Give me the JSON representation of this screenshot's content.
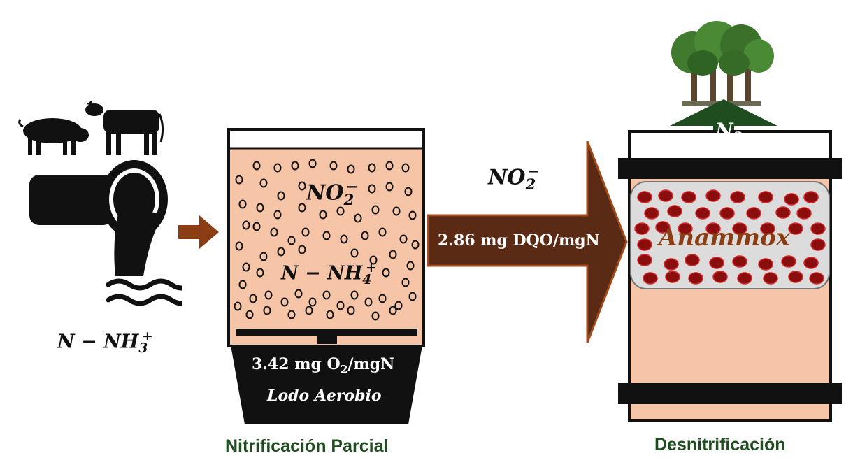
{
  "influent": {
    "species": "N − NH",
    "sub": "3",
    "sup": "+"
  },
  "reactor1": {
    "label_no2": "NO",
    "label_no2_sub": "2",
    "label_no2_sup": "−",
    "label_nh4": "N − NH",
    "label_nh4_sub": "4",
    "label_nh4_sup": "+",
    "oxygen_demand": "3.42 mg O",
    "oxygen_demand_sub": "2",
    "oxygen_demand_tail": "/mgN",
    "sludge": "Lodo Aerobio",
    "caption": "Nitrificación Parcial"
  },
  "transfer": {
    "species": "NO",
    "species_sub": "2",
    "species_sup": "−",
    "cod_demand": "2.86 mg DQO/mgN"
  },
  "reactor2": {
    "biomass": "Anammox",
    "gas": "N",
    "gas_sub": "2",
    "caption": "Desnitrificación"
  },
  "colors": {
    "sludge_fill": "#f6c4a6",
    "arrow_brown": "#5b2a14",
    "arrow_small": "#8b3d14",
    "granule_red": "#8b0e0e",
    "gas_arrow": "#1f4d1f",
    "caption_green": "#1f4d1f"
  },
  "icons": [
    "pig-icon",
    "cow-icon",
    "pipe-icon",
    "water-waves-icon",
    "trees-icon"
  ]
}
